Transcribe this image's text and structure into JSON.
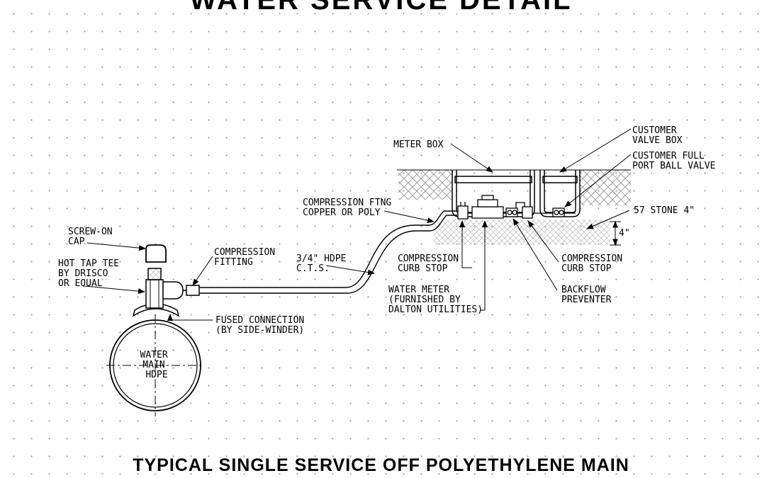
{
  "title": "WATER SERVICE DETAIL",
  "subtitle": "TYPICAL SINGLE SERVICE OFF POLYETHYLENE MAIN",
  "labels": {
    "screw_on_cap": [
      "SCREW-ON",
      "CAP"
    ],
    "hot_tap_tee": [
      "HOT TAP TEE",
      "BY DRISCO",
      "OR EQUAL"
    ],
    "compression_fitting": [
      "COMPRESSION",
      "FITTING"
    ],
    "hdpe_cts": [
      "3/4\" HDPE",
      "C.T.S."
    ],
    "compression_ftng": [
      "COMPRESSION FTNG",
      "COPPER OR POLY"
    ],
    "fused_connection": [
      "FUSED CONNECTION",
      "(BY SIDE-WINDER)"
    ],
    "water_main": [
      "WATER",
      "MAIN",
      "HDPE"
    ],
    "meter_box": [
      "METER BOX"
    ],
    "customer_valve_box": [
      "CUSTOMER",
      "VALVE BOX"
    ],
    "customer_ball_valve": [
      "CUSTOMER FULL",
      "PORT BALL VALVE"
    ],
    "stone": [
      "57 STONE 4\""
    ],
    "dim_4": [
      "4\""
    ],
    "curb_stop_left": [
      "COMPRESSION",
      "CURB STOP"
    ],
    "curb_stop_right": [
      "COMPRESSION",
      "CURB STOP"
    ],
    "water_meter": [
      "WATER METER",
      "(FURNISHED BY",
      "DALTON UTILITIES)"
    ],
    "backflow": [
      "BACKFLOW",
      "PREVENTER"
    ]
  }
}
